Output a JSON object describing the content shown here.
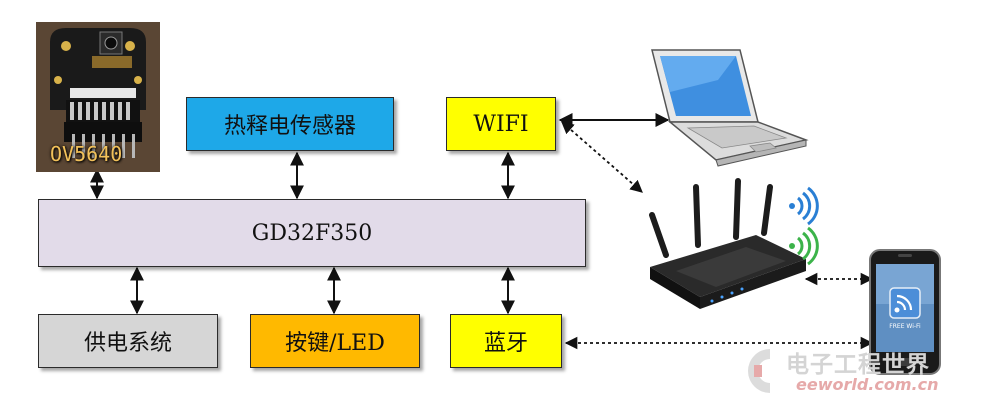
{
  "blocks": {
    "camera": "OV5640",
    "pyro_sensor": "热释电传感器",
    "wifi": "WIFI",
    "mcu": "GD32F350",
    "power": "供电系统",
    "keys_led": "按键/LED",
    "bluetooth": "蓝牙"
  },
  "phone_screen_text": "FREE Wi-Fi",
  "watermark": {
    "line1": "电子工程世界",
    "line2": "eeworld.com.cn"
  },
  "colors": {
    "sensor_blue": "#1ea8e8",
    "wifi_yellow": "#ffff00",
    "mcu_lavender": "#e2dbe9",
    "power_gray": "#d6d6d6",
    "keys_orange": "#ffb900",
    "bt_yellow": "#ffff00",
    "signal_blue": "#2a7fd4",
    "signal_green": "#3cb34a"
  },
  "icons": [
    "camera-module-photo",
    "laptop-icon",
    "router-icon",
    "smartphone-icon",
    "wifi-signal-icon"
  ]
}
